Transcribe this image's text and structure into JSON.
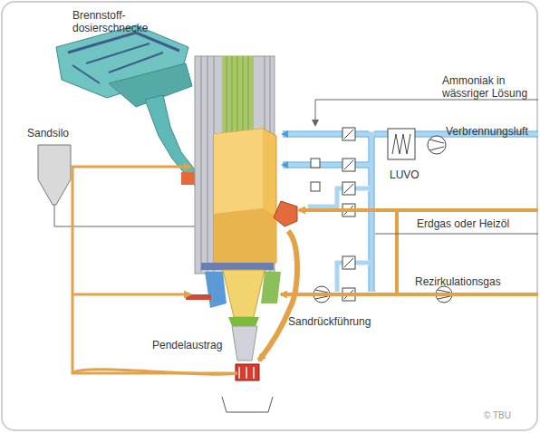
{
  "diagram": {
    "labels": [
      "Brennstoff- dosierschnecke",
      "Sandsilo",
      "Ammoniak in wässriger Lösung",
      "Verbrennungsluft",
      "LUVO",
      "Erdgas oder Heizöl",
      "Rezirkulationsgas",
      "Sandrückführung",
      "Pendelaustrag",
      "© TBU"
    ]
  }
}
